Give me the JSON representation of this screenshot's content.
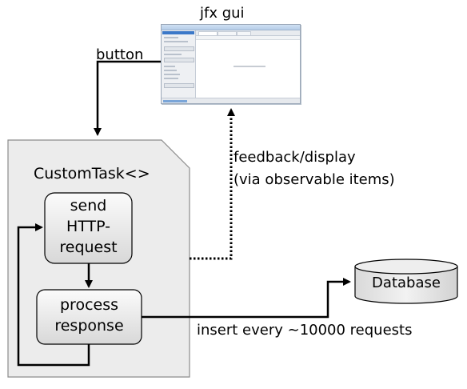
{
  "gui": {
    "title": "jfx gui"
  },
  "edges": {
    "button_label": "button",
    "feedback_label_line1": "feedback/display",
    "feedback_label_line2": "(via observable items)",
    "insert_label": "insert every ~10000 requests"
  },
  "task": {
    "title": "CustomTask<>",
    "send_line1": "send",
    "send_line2": "HTTP-",
    "send_line3": "request",
    "process_line1": "process",
    "process_line2": "response"
  },
  "database": {
    "label": "Database"
  },
  "colors": {
    "line": "#000000",
    "task_fill": "#ededed",
    "box_fill_top": "#fbfbfb",
    "box_fill_bottom": "#d9d9d9",
    "db_fill": "#e6e6e6"
  },
  "icons": {
    "gui_screenshot": "application-window-thumbnail",
    "database": "database-cylinder-icon"
  }
}
